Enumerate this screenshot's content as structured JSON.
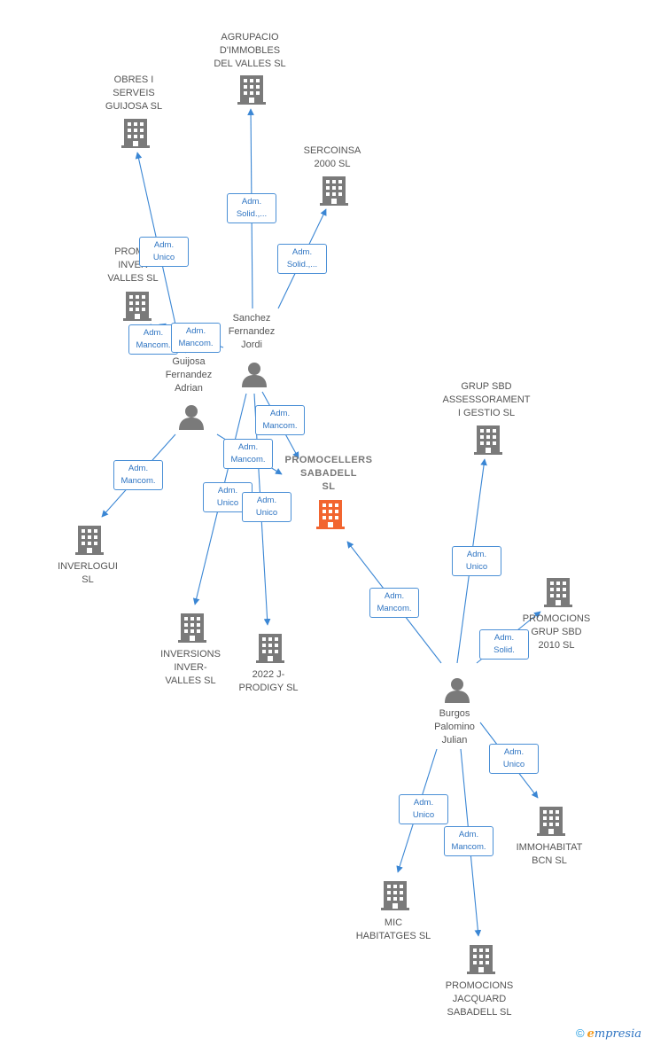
{
  "diagram": {
    "center": {
      "id": "center",
      "label": "PROMOCELLERS\nSABADELL\nSL",
      "color": "#f26530"
    },
    "persons": [
      {
        "id": "sanchez",
        "label": "Sanchez\nFernandez\nJordi"
      },
      {
        "id": "guijosa",
        "label": "Guijosa\nFernandez\nAdrian"
      },
      {
        "id": "burgos",
        "label": "Burgos\nPalomino\nJulian"
      }
    ],
    "companies": [
      {
        "id": "agrupacio",
        "label": "AGRUPACIO\nD'IMMOBLES\nDEL VALLES SL"
      },
      {
        "id": "obres",
        "label": "OBRES I\nSERVEIS\nGUIJOSA SL"
      },
      {
        "id": "sercoinsa",
        "label": "SERCOINSA\n2000 SL"
      },
      {
        "id": "promo_inver",
        "label": "PROMO\nINVER\nVALLES SL"
      },
      {
        "id": "inverlogui",
        "label": "INVERLOGUI\nSL"
      },
      {
        "id": "inversions",
        "label": "INVERSIONS\nINVER-\nVALLES SL"
      },
      {
        "id": "prodigy",
        "label": "2022 J-\nPRODIGY SL"
      },
      {
        "id": "grupsbd",
        "label": "GRUP SBD\nASSESSORAMENT\nI GESTIO SL"
      },
      {
        "id": "promogrup",
        "label": "PROMOCIONS\nGRUP SBD\n2010 SL"
      },
      {
        "id": "immohabitat",
        "label": "IMMOHABITAT\nBCN SL"
      },
      {
        "id": "mic",
        "label": "MIC\nHABITATGES SL"
      },
      {
        "id": "jacquard",
        "label": "PROMOCIONS\nJACQUARD\nSABADELL SL"
      }
    ],
    "relations": [
      {
        "id": "r1",
        "from": "sanchez",
        "to": "agrupacio",
        "label": "Adm.\nSolid.,..."
      },
      {
        "id": "r2",
        "from": "sanchez",
        "to": "sercoinsa",
        "label": "Adm.\nSolid.,..."
      },
      {
        "id": "r3",
        "from": "guijosa",
        "to": "obres",
        "label": "Adm.\nUnico"
      },
      {
        "id": "r4",
        "from": "guijosa",
        "to": "promo_inver",
        "label": "Adm.\nMancom."
      },
      {
        "id": "r5",
        "from": "sanchez",
        "to": "promo_inver",
        "label": "Adm.\nMancom."
      },
      {
        "id": "r6",
        "from": "sanchez",
        "to": "center",
        "label": "Adm.\nMancom."
      },
      {
        "id": "r7",
        "from": "guijosa",
        "to": "center",
        "label": "Adm.\nMancom."
      },
      {
        "id": "r8",
        "from": "guijosa",
        "to": "inverlogui",
        "label": "Adm.\nMancom."
      },
      {
        "id": "r9",
        "from": "sanchez",
        "to": "inversions",
        "label": "Adm.\nUnico"
      },
      {
        "id": "r10",
        "from": "sanchez",
        "to": "prodigy",
        "label": "Adm.\nUnico"
      },
      {
        "id": "r11",
        "from": "burgos",
        "to": "center",
        "label": "Adm.\nMancom."
      },
      {
        "id": "r12",
        "from": "burgos",
        "to": "grupsbd",
        "label": "Adm.\nUnico"
      },
      {
        "id": "r13",
        "from": "burgos",
        "to": "promogrup",
        "label": "Adm.\nSolid."
      },
      {
        "id": "r14",
        "from": "burgos",
        "to": "immohabitat",
        "label": "Adm.\nUnico"
      },
      {
        "id": "r15",
        "from": "burgos",
        "to": "mic",
        "label": "Adm.\nUnico"
      },
      {
        "id": "r16",
        "from": "burgos",
        "to": "jacquard",
        "label": "Adm.\nMancom."
      }
    ],
    "colors": {
      "edge": "#3a86d4",
      "building": "#7a7a7a",
      "person": "#7a7a7a",
      "accent": "#f26530"
    }
  },
  "footer": {
    "copyright": "©",
    "brand_initial": "e",
    "brand_rest": "mpresia"
  }
}
